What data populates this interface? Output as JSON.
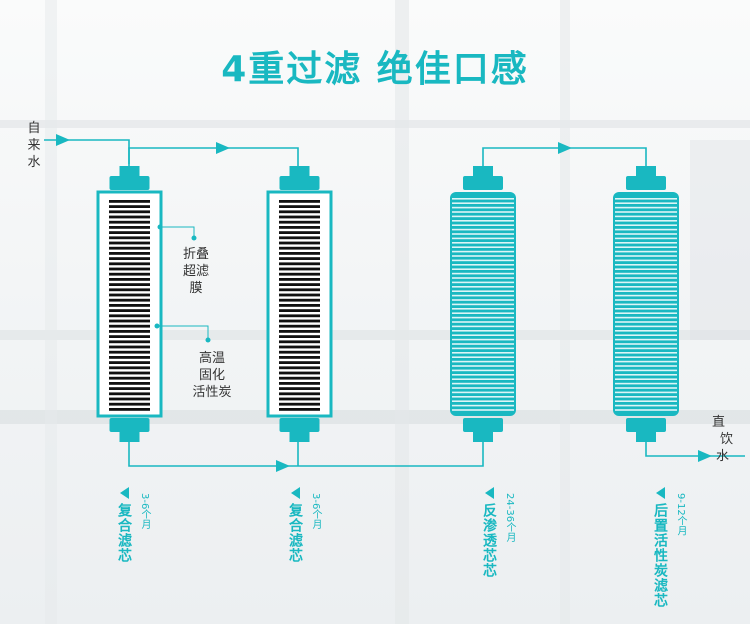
{
  "title": "4重过滤  绝佳口感",
  "labels": {
    "inlet": [
      "自",
      "来",
      "水"
    ],
    "outlet": [
      "直",
      "饮",
      "水"
    ],
    "membrane": [
      "折叠",
      "超滤",
      "膜"
    ],
    "carbon": [
      "高温",
      "固化",
      "活性炭"
    ]
  },
  "filters": [
    {
      "name": "复合滤芯",
      "life": "3-6个月"
    },
    {
      "name": "复合滤芯",
      "life": "3-6个月"
    },
    {
      "name": "反渗透芯芯",
      "life": "24-36个月"
    },
    {
      "name": "后置活性炭滤芯",
      "life": "9-12个月"
    }
  ],
  "colors": {
    "accent": "#19b8c1",
    "stripe_dark": "#111111",
    "text": "#333333"
  }
}
